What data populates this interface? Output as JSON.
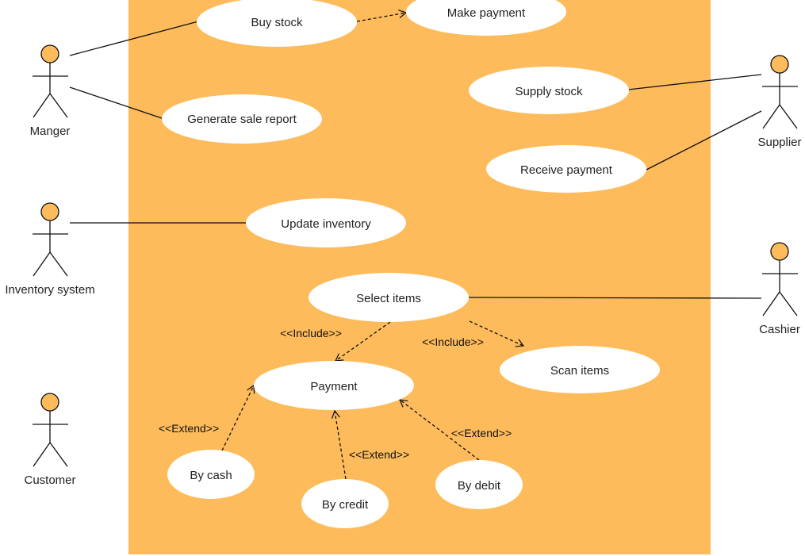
{
  "colors": {
    "system_boundary": "#FDBB5B",
    "use_case_fill": "#FFFFFF",
    "actor_head": "#FDBB5B",
    "line": "#111111"
  },
  "actors": {
    "manager": "Manger",
    "inventory_system": "Inventory system",
    "customer": "Customer",
    "supplier": "Supplier",
    "cashier": "Cashier"
  },
  "use_cases": {
    "buy_stock": "Buy stock",
    "make_payment": "Make payment",
    "generate_sale_report": "Generate sale report",
    "supply_stock": "Supply stock",
    "receive_payment": "Receive payment",
    "update_inventory": "Update inventory",
    "select_items": "Select items",
    "payment": "Payment",
    "scan_items": "Scan items",
    "by_cash": "By cash",
    "by_credit": "By credit",
    "by_debit": "By debit"
  },
  "relationships": {
    "include_payment": "<<Include>>",
    "include_scan": "<<Include>>",
    "extend_cash": "<<Extend>>",
    "extend_credit": "<<Extend>>",
    "extend_debit": "<<Extend>>"
  }
}
